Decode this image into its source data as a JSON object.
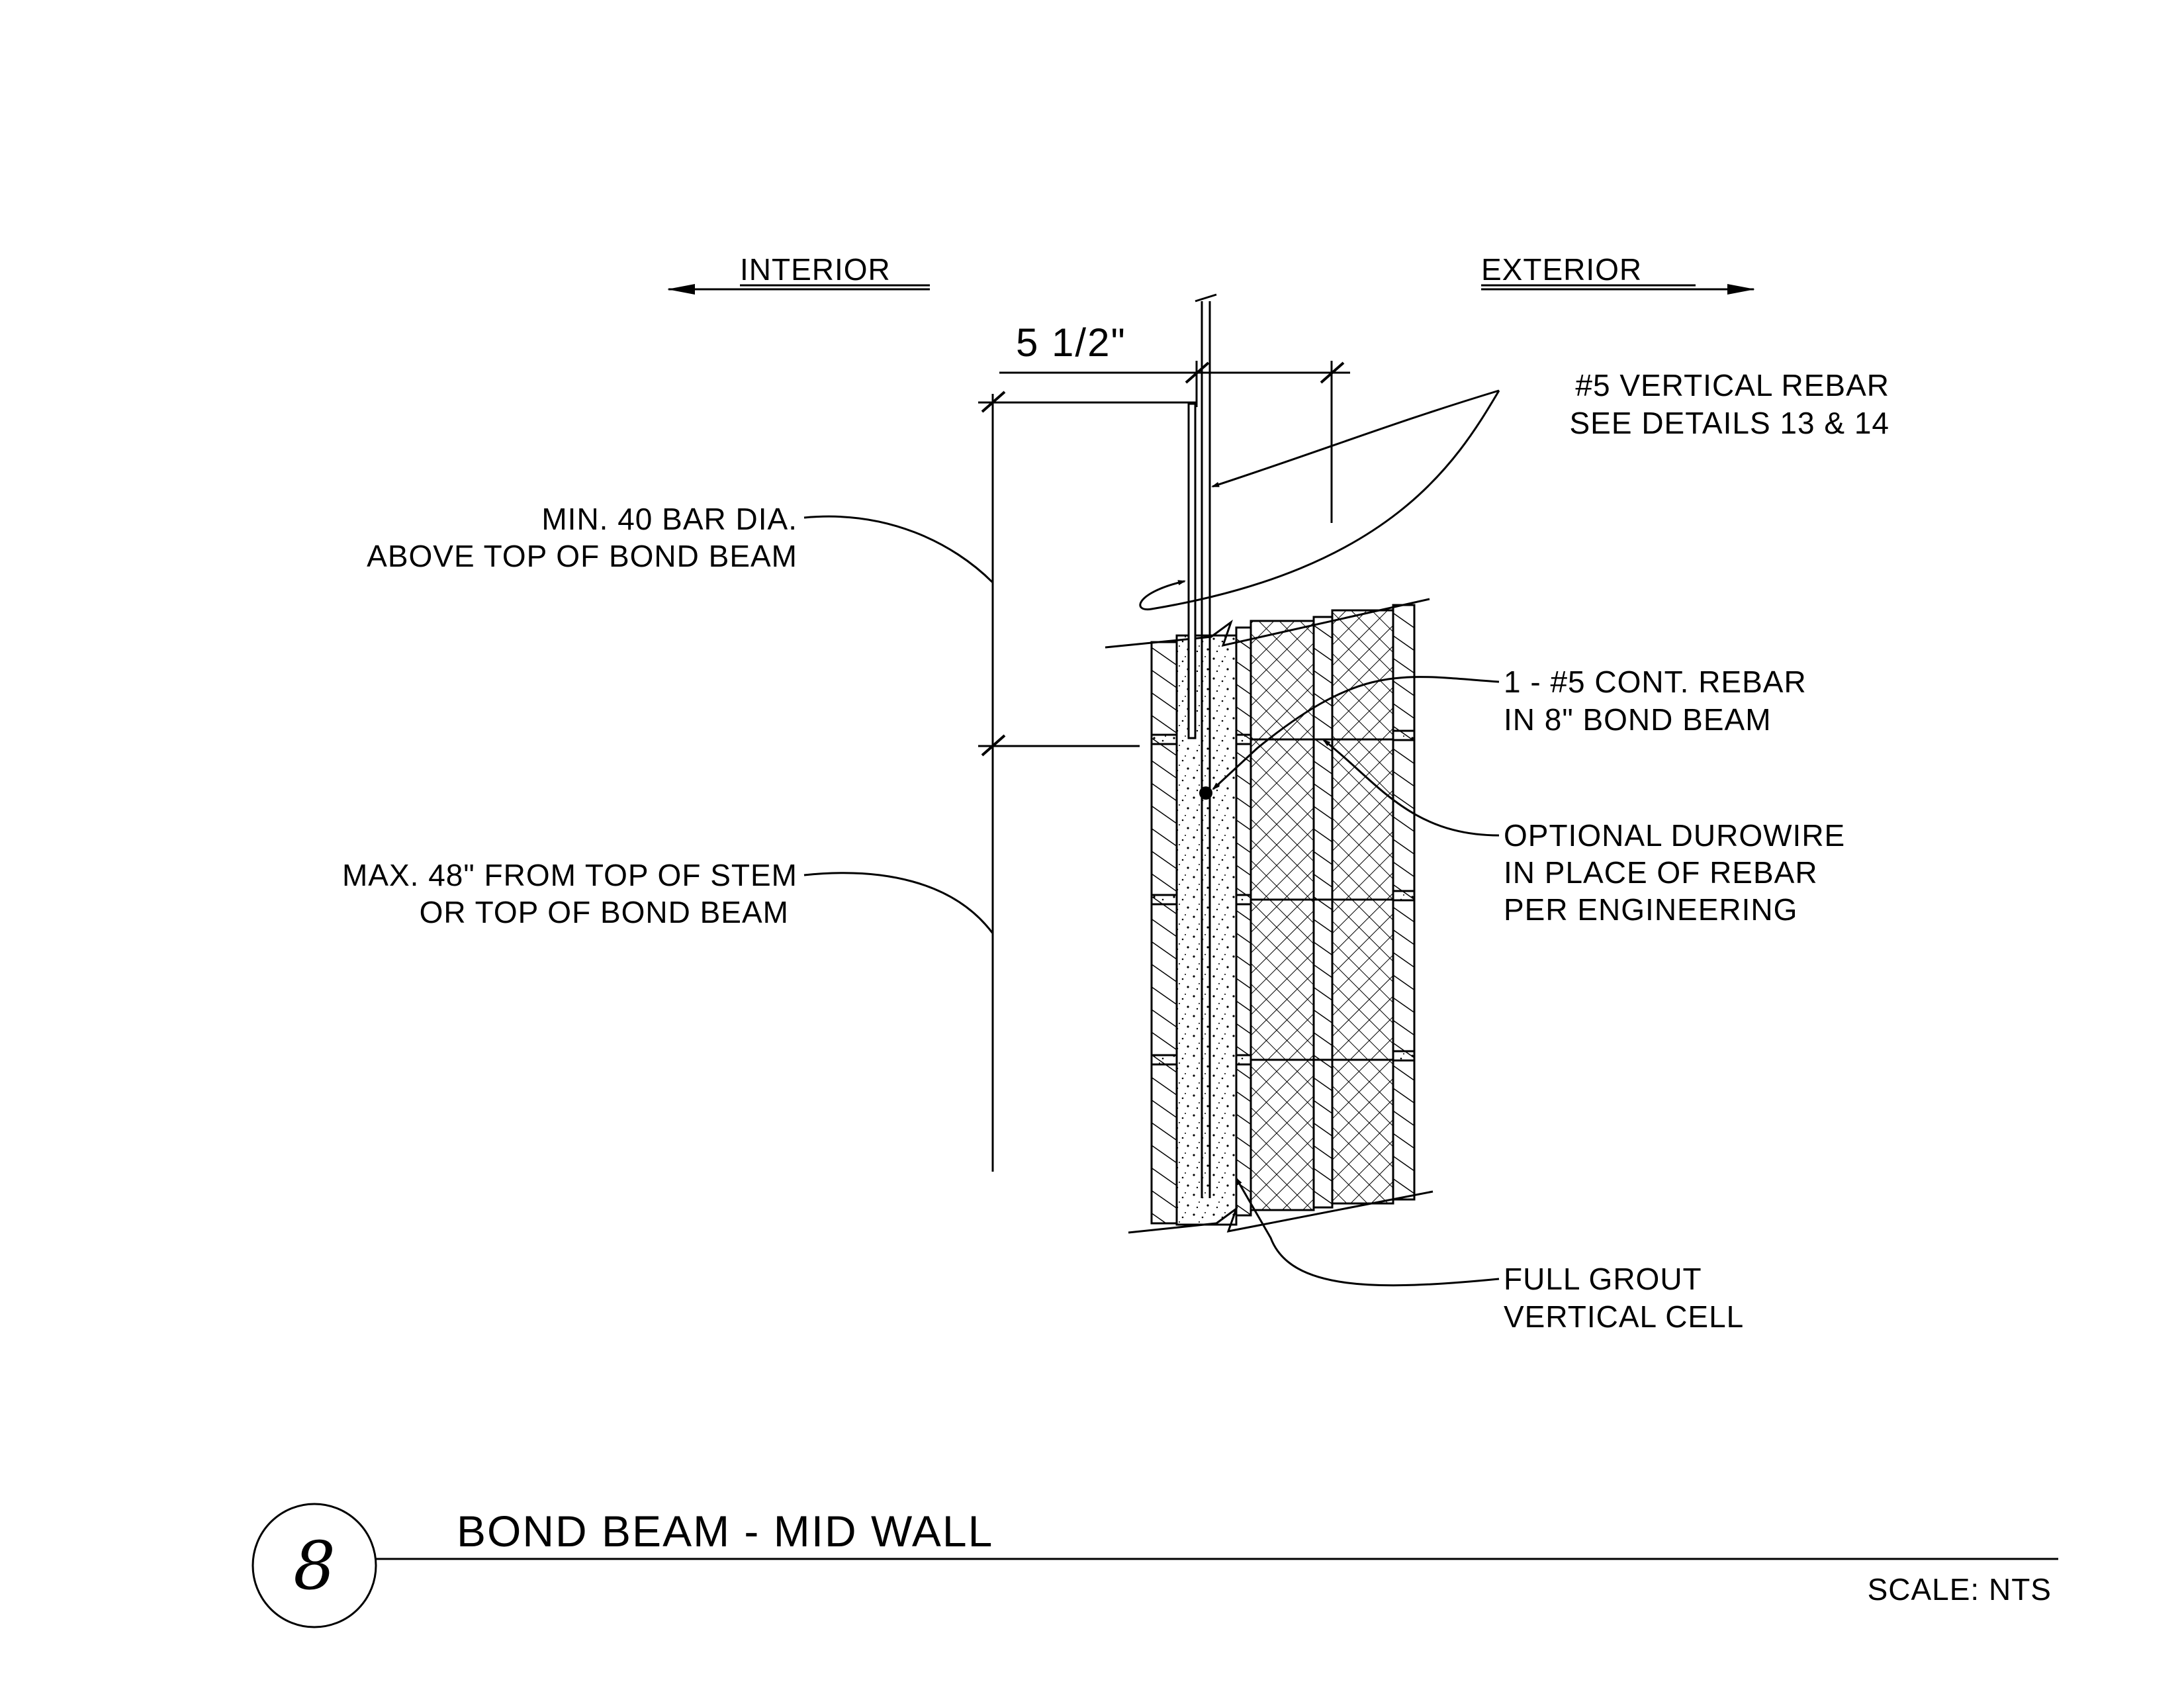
{
  "direction_labels": {
    "interior": "INTERIOR",
    "exterior": "EXTERIOR"
  },
  "dimension": {
    "width": "5 1/2\""
  },
  "annotations": {
    "vertical_rebar": [
      "#5  VERTICAL REBAR",
      "SEE DETAILS 13 & 14"
    ],
    "lap_length": [
      "MIN. 40 BAR DIA.",
      "ABOVE TOP OF BOND BEAM"
    ],
    "cont_rebar": [
      "1 - #5  CONT. REBAR",
      "IN 8\" BOND BEAM"
    ],
    "durowire": [
      "OPTIONAL DUROWIRE",
      "IN PLACE OF REBAR",
      "PER ENGINEERING"
    ],
    "bond_beam_spacing": [
      "MAX. 48\" FROM TOP OF STEM",
      "OR TOP OF BOND BEAM"
    ],
    "grout": [
      "FULL GROUT",
      "VERTICAL CELL"
    ]
  },
  "title_block": {
    "detail_number": "8",
    "title": "BOND BEAM - MID WALL",
    "scale": "SCALE: NTS"
  },
  "colors": {
    "ink": "#000000",
    "paper": "#ffffff"
  }
}
